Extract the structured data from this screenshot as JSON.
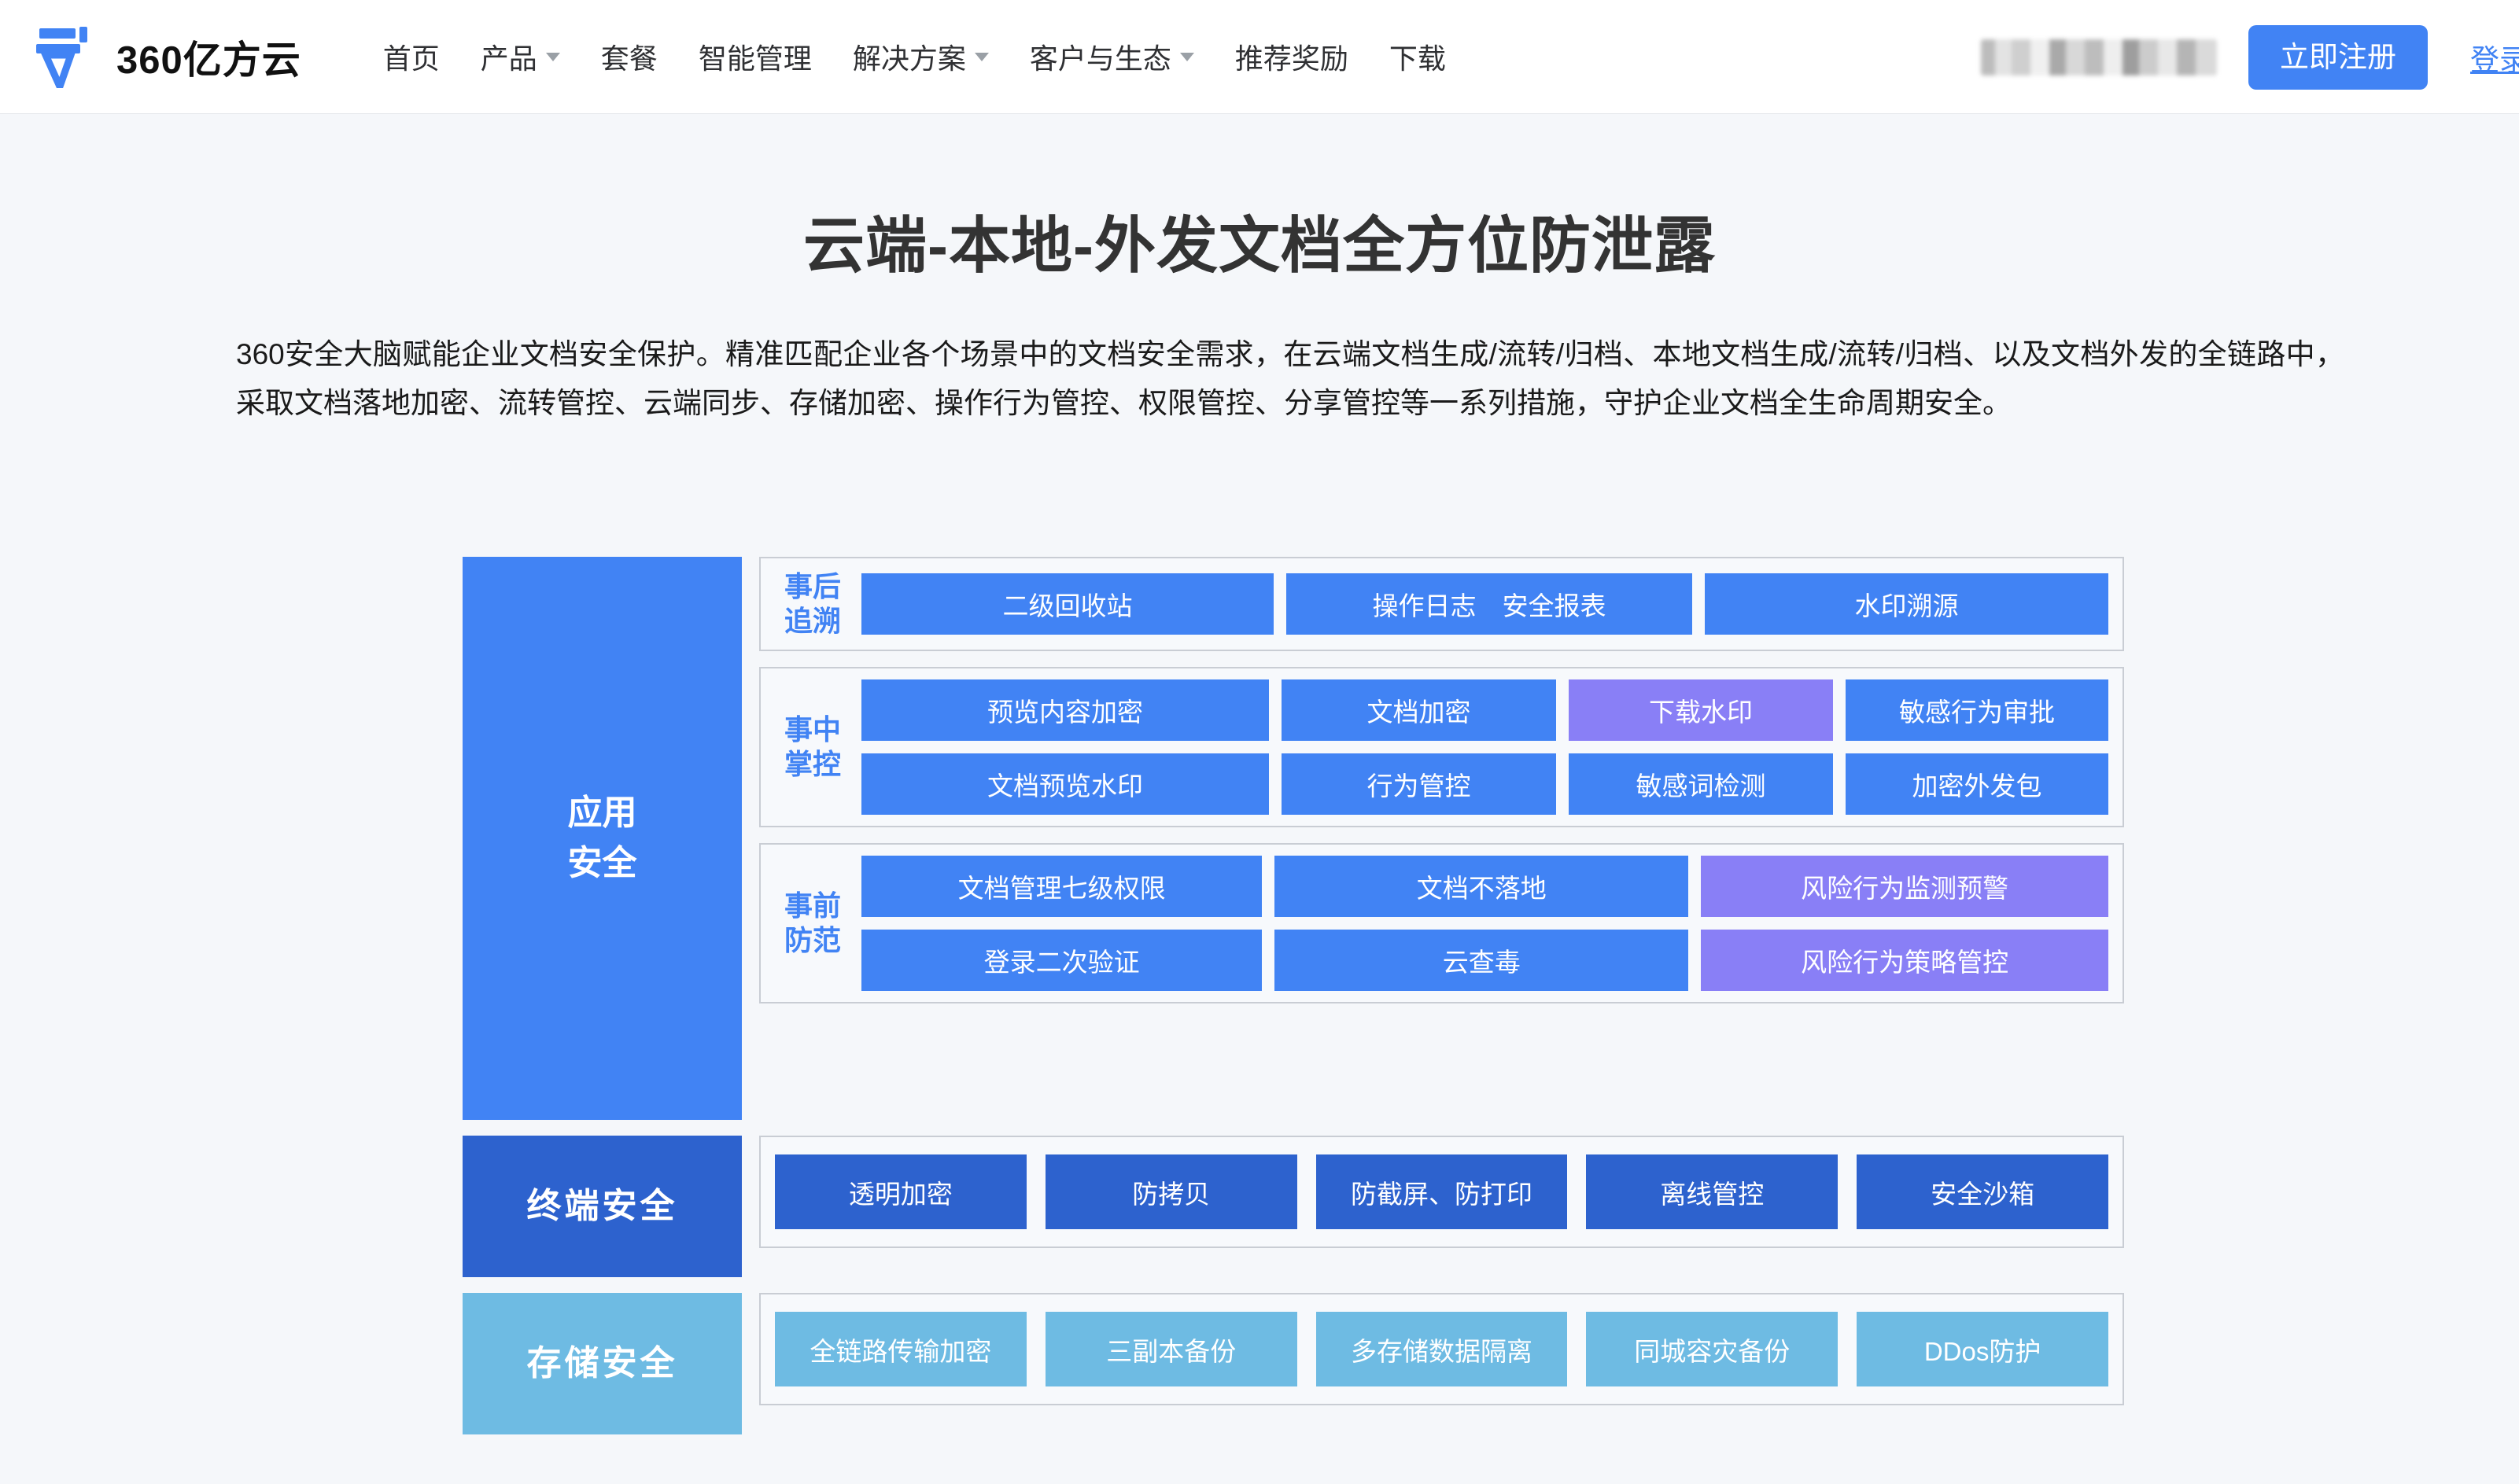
{
  "navbar": {
    "logo_icon": "yifangyun-pen-logo-icon",
    "brand": "360亿方云",
    "links": [
      {
        "label": "首页",
        "has_caret": false
      },
      {
        "label": "产品",
        "has_caret": true
      },
      {
        "label": "套餐",
        "has_caret": false
      },
      {
        "label": "智能管理",
        "has_caret": false
      },
      {
        "label": "解决方案",
        "has_caret": true
      },
      {
        "label": "客户与生态",
        "has_caret": true
      },
      {
        "label": "推荐奖励",
        "has_caret": false
      },
      {
        "label": "下载",
        "has_caret": false
      }
    ],
    "redacted_label": "",
    "register_label": "立即注册",
    "login_label": "登录"
  },
  "hero": {
    "title": "云端-本地-外发文档全方位防泄露",
    "description": "360安全大脑赋能企业文档安全保护。精准匹配企业各个场景中的文档安全需求，在云端文档生成/流转/归档、本地文档生成/流转/归档、以及文档外发的全链路中，采取文档落地加密、流转管控、云端同步、存储加密、操作行为管控、权限管控、分享管控等一系列措施，守护企业文档全生命周期安全。"
  },
  "colors": {
    "blue": "#4183f4",
    "purple": "#897ff6",
    "dark_blue": "#2d62ce",
    "light_blue": "#6ebbe3",
    "panel_border": "#c9cdd4",
    "page_bg": "#f5f7fa"
  },
  "diagram": {
    "categories": {
      "application": "应用\n安全",
      "application_line1": "应用",
      "application_line2": "安全",
      "terminal": "终端安全",
      "storage": "存储安全"
    },
    "panels": [
      {
        "key": "after",
        "label_line1": "事后",
        "label_line2": "追溯",
        "rows": [
          [
            {
              "label": "二级回收站",
              "color": "blue"
            },
            {
              "label": "操作日志　安全报表",
              "color": "blue"
            },
            {
              "label": "水印溯源",
              "color": "blue"
            }
          ]
        ]
      },
      {
        "key": "during",
        "label_line1": "事中",
        "label_line2": "掌控",
        "rows": [
          [
            {
              "label": "预览内容加密",
              "color": "blue"
            },
            {
              "label": "文档加密",
              "color": "blue"
            },
            {
              "label": "下载水印",
              "color": "purple"
            },
            {
              "label": "敏感行为审批",
              "color": "blue"
            }
          ],
          [
            {
              "label": "文档预览水印",
              "color": "blue"
            },
            {
              "label": "行为管控",
              "color": "blue"
            },
            {
              "label": "敏感词检测",
              "color": "blue"
            },
            {
              "label": "加密外发包",
              "color": "blue"
            }
          ]
        ]
      },
      {
        "key": "before",
        "label_line1": "事前",
        "label_line2": "防范",
        "rows": [
          [
            {
              "label": "文档管理七级权限",
              "color": "blue"
            },
            {
              "label": "文档不落地",
              "color": "blue"
            },
            {
              "label": "风险行为监测预警",
              "color": "purple"
            }
          ],
          [
            {
              "label": "登录二次验证",
              "color": "blue"
            },
            {
              "label": "云查毒",
              "color": "blue"
            },
            {
              "label": "风险行为策略管控",
              "color": "purple"
            }
          ]
        ]
      }
    ],
    "terminal_items": [
      {
        "label": "透明加密",
        "color": "dark"
      },
      {
        "label": "防拷贝",
        "color": "dark"
      },
      {
        "label": "防截屏、防打印",
        "color": "dark"
      },
      {
        "label": "离线管控",
        "color": "dark"
      },
      {
        "label": "安全沙箱",
        "color": "dark"
      }
    ],
    "storage_items": [
      {
        "label": "全链路传输加密",
        "color": "light"
      },
      {
        "label": "三副本备份",
        "color": "light"
      },
      {
        "label": "多存储数据隔离",
        "color": "light"
      },
      {
        "label": "同城容灾备份",
        "color": "light"
      },
      {
        "label": "DDos防护",
        "color": "light"
      }
    ]
  }
}
